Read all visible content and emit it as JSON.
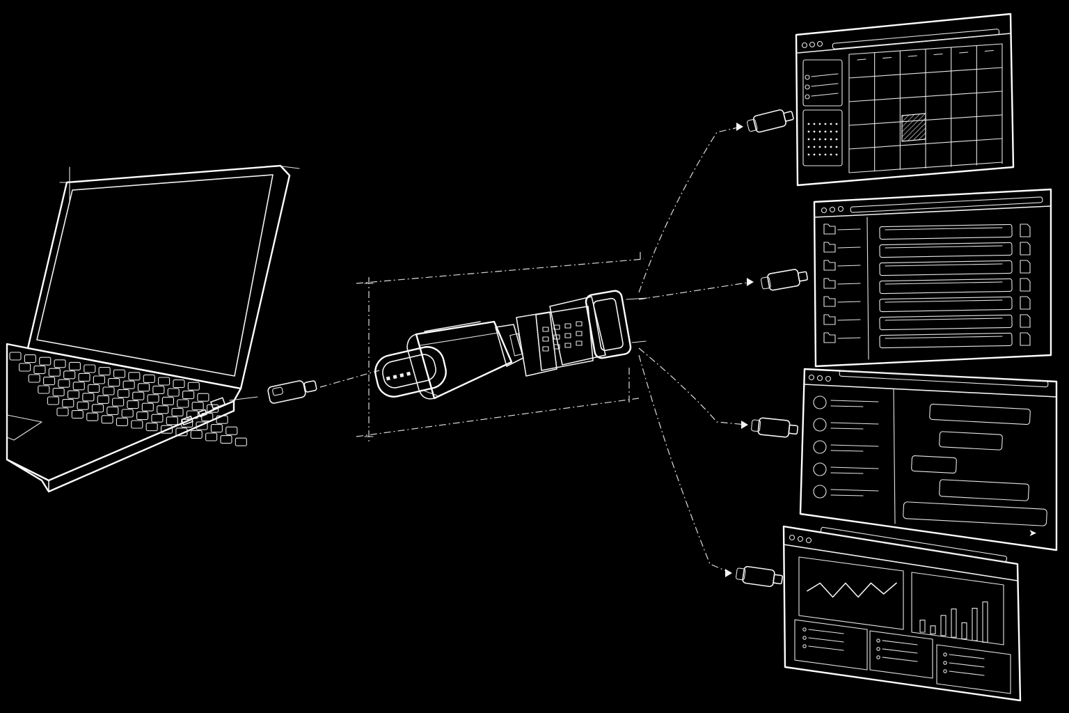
{
  "colors": {
    "background": "#000000",
    "stroke": "#f4f4f4"
  },
  "diagram": {
    "source": {
      "icon": "laptop-icon"
    },
    "connector": {
      "icon": "usb-c-connector-exploded-icon"
    },
    "targets": [
      {
        "id": "calendar-app",
        "icon": "calendar-window-icon"
      },
      {
        "id": "file-browser-app",
        "icon": "file-browser-window-icon"
      },
      {
        "id": "chat-app",
        "icon": "chat-window-icon",
        "send_glyph": "➤"
      },
      {
        "id": "analytics-dashboard",
        "icon": "dashboard-window-icon"
      }
    ],
    "dashboard_chart": {
      "line_points": [
        3,
        6,
        2,
        7,
        3,
        8,
        5,
        9
      ],
      "bars": [
        3,
        2,
        5,
        7,
        4,
        8,
        10
      ]
    }
  }
}
